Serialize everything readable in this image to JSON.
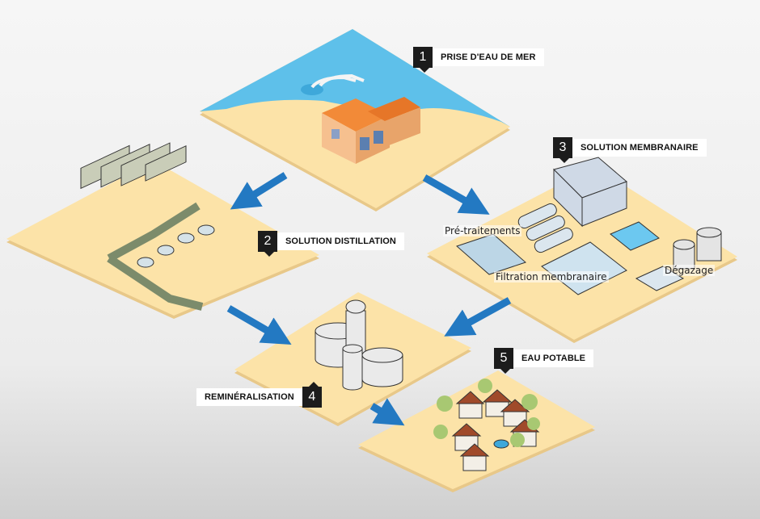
{
  "steps": [
    {
      "number": "1",
      "label": "PRISE D'EAU DE MER"
    },
    {
      "number": "2",
      "label": "SOLUTION DISTILLATION"
    },
    {
      "number": "3",
      "label": "SOLUTION MEMBRANAIRE"
    },
    {
      "number": "4",
      "label": "REMINÉRALISATION"
    },
    {
      "number": "5",
      "label": "EAU POTABLE"
    }
  ],
  "membrane_labels": {
    "pretreatment": "Pré-traitements",
    "filtration": "Filtration membranaire",
    "degassing": "Dégazage"
  },
  "colors": {
    "background_top": "#f4f4f4",
    "background_bottom": "#d2d2d2",
    "sand": "#fce3a8",
    "sand_edge": "#e8c889",
    "sea": "#5ec0ea",
    "arrow": "#2379c2",
    "label_number_bg": "#1c1c1c"
  }
}
